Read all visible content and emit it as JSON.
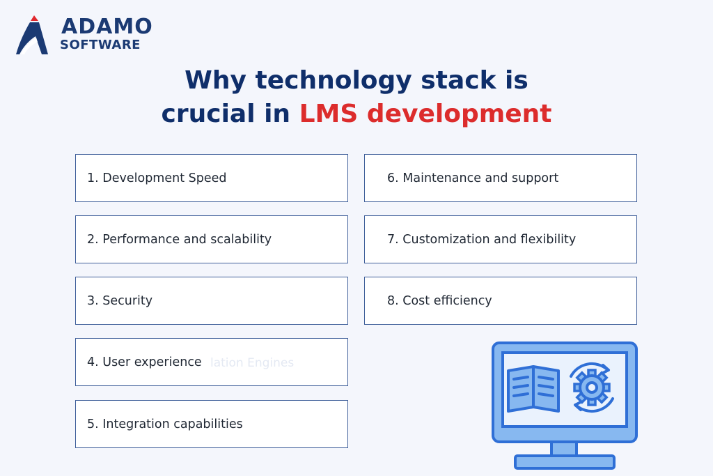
{
  "brand": {
    "name_top": "ADAMO",
    "name_bottom": "SOFTWARE",
    "logo_icon": "adamo-mountain-logo",
    "colors": {
      "navy": "#1b3a73",
      "red": "#e0282e"
    }
  },
  "title": {
    "line1": "Why technology stack is",
    "line2_prefix": "crucial in ",
    "line2_highlight": "LMS development",
    "colors": {
      "main": "#0f2e6a",
      "highlight": "#dc2c2c"
    }
  },
  "items": [
    "1. Development Speed",
    "2. Performance and scalability",
    "3. Security",
    "4. User experience",
    "5. Integration capabilities",
    "6. Maintenance and support",
    "7. Customization and flexibility",
    "8. Cost efficiency"
  ],
  "watermark": "lation Engines",
  "illustration": {
    "icon": "monitor-book-gear-icon",
    "colors": {
      "fill": "#87b8f0",
      "stroke": "#2f6fd6",
      "screen": "#eaf2fd"
    }
  }
}
